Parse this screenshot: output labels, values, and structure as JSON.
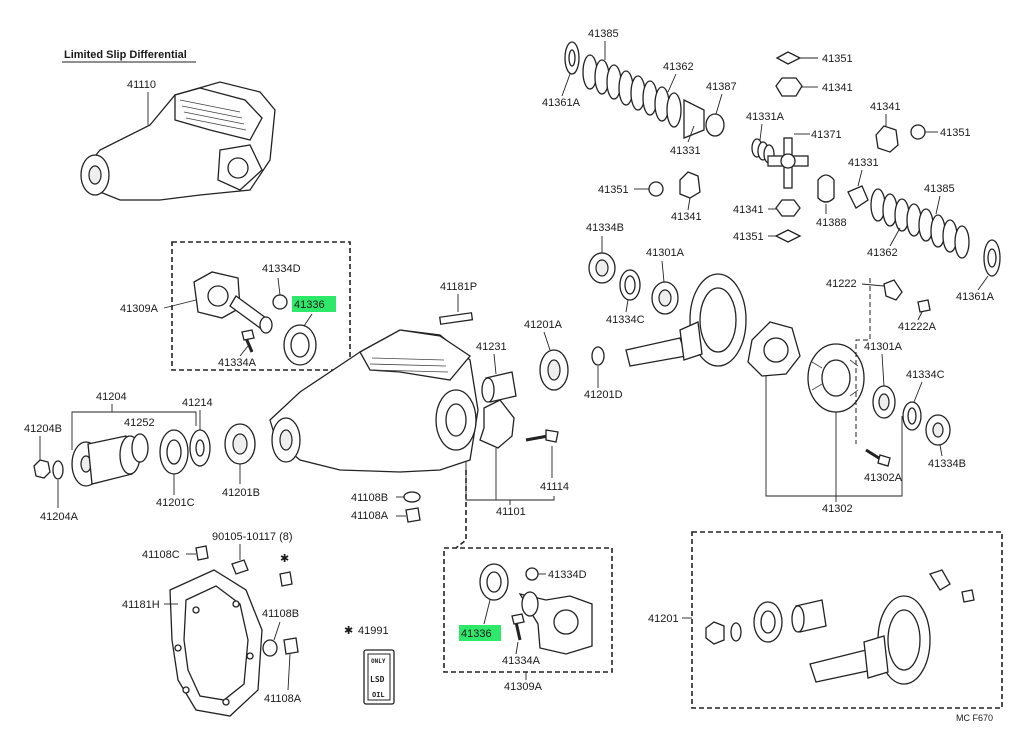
{
  "title": "Limited Slip Differential",
  "labels": {
    "l41110": "41110",
    "l41385_top": "41385",
    "l41362_top": "41362",
    "l41387": "41387",
    "l41361A_top": "41361A",
    "l41331_top": "41331",
    "l41351_a": "41351",
    "l41341_a": "41341",
    "l41331A": "41331A",
    "l41371": "41371",
    "l41341_b": "41341",
    "l41351_b": "41351",
    "l41351_c": "41351",
    "l41341_c": "41341",
    "l41341_d": "41341",
    "l41351_d": "41351",
    "l41388": "41388",
    "l41331_right": "41331",
    "l41385_right": "41385",
    "l41362_right": "41362",
    "l41361A_right": "41361A",
    "l41334B_top": "41334B",
    "l41301A_top": "41301A",
    "l41334C_top": "41334C",
    "l41222": "41222",
    "l41222A": "41222A",
    "l41181P": "41181P",
    "l41201A": "41201A",
    "l41231": "41231",
    "l41201D": "41201D",
    "l41334D_top": "41334D",
    "l41336_top": "41336",
    "l41309A_top": "41309A",
    "l41334A_top": "41334A",
    "l41301A_right": "41301A",
    "l41334C_right": "41334C",
    "l41334B_right": "41334B",
    "l41302A": "41302A",
    "l41302": "41302",
    "l41204": "41204",
    "l41204B": "41204B",
    "l41252": "41252",
    "l41214": "41214",
    "l41204A": "41204A",
    "l41201C": "41201C",
    "l41201B": "41201B",
    "l41108B_a": "41108B",
    "l41108A_a": "41108A",
    "l41114": "41114",
    "l41101": "41101",
    "l90105": "90105-10117 (8)",
    "l41108C": "41108C",
    "l41181H": "41181H",
    "l41108B_b": "41108B",
    "l41108A_b": "41108A",
    "l41991": "41991",
    "l41334D_bottom": "41334D",
    "l41336_bottom": "41336",
    "l41334A_bottom": "41334A",
    "l41309A_bottom": "41309A",
    "l41201": "41201",
    "ref_code": "MC F670"
  },
  "badge": {
    "line1": "ONLY",
    "line2": "LSD",
    "line3": "OIL"
  },
  "asterisk_mark": "✱",
  "highlight_color": "#2ee86a",
  "highlighted_parts": [
    "41336"
  ]
}
